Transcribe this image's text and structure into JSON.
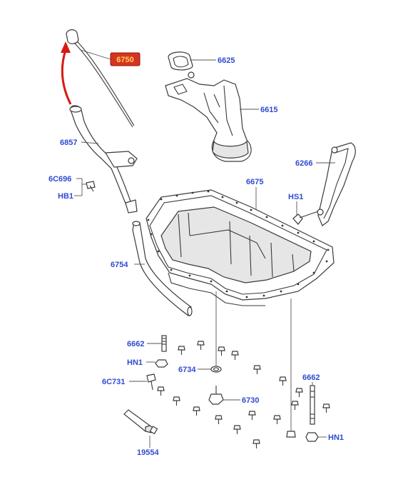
{
  "callouts": {
    "c6750": "6750",
    "c6625": "6625",
    "c6615": "6615",
    "c6857": "6857",
    "c6C696": "6C696",
    "cHB1": "HB1",
    "c6675": "6675",
    "c6266": "6266",
    "cHS1": "HS1",
    "c6754": "6754",
    "c6662a": "6662",
    "cHN1a": "HN1",
    "c6734": "6734",
    "c6C731": "6C731",
    "c6730": "6730",
    "c6662b": "6662",
    "cHN1b": "HN1",
    "c19554": "19554"
  },
  "colors": {
    "label": "#2f4bd2",
    "highlight_fill": "#d6341f",
    "highlight_text": "#ffd45a",
    "arrow": "#d61a12",
    "line": "#3a3a3a"
  }
}
